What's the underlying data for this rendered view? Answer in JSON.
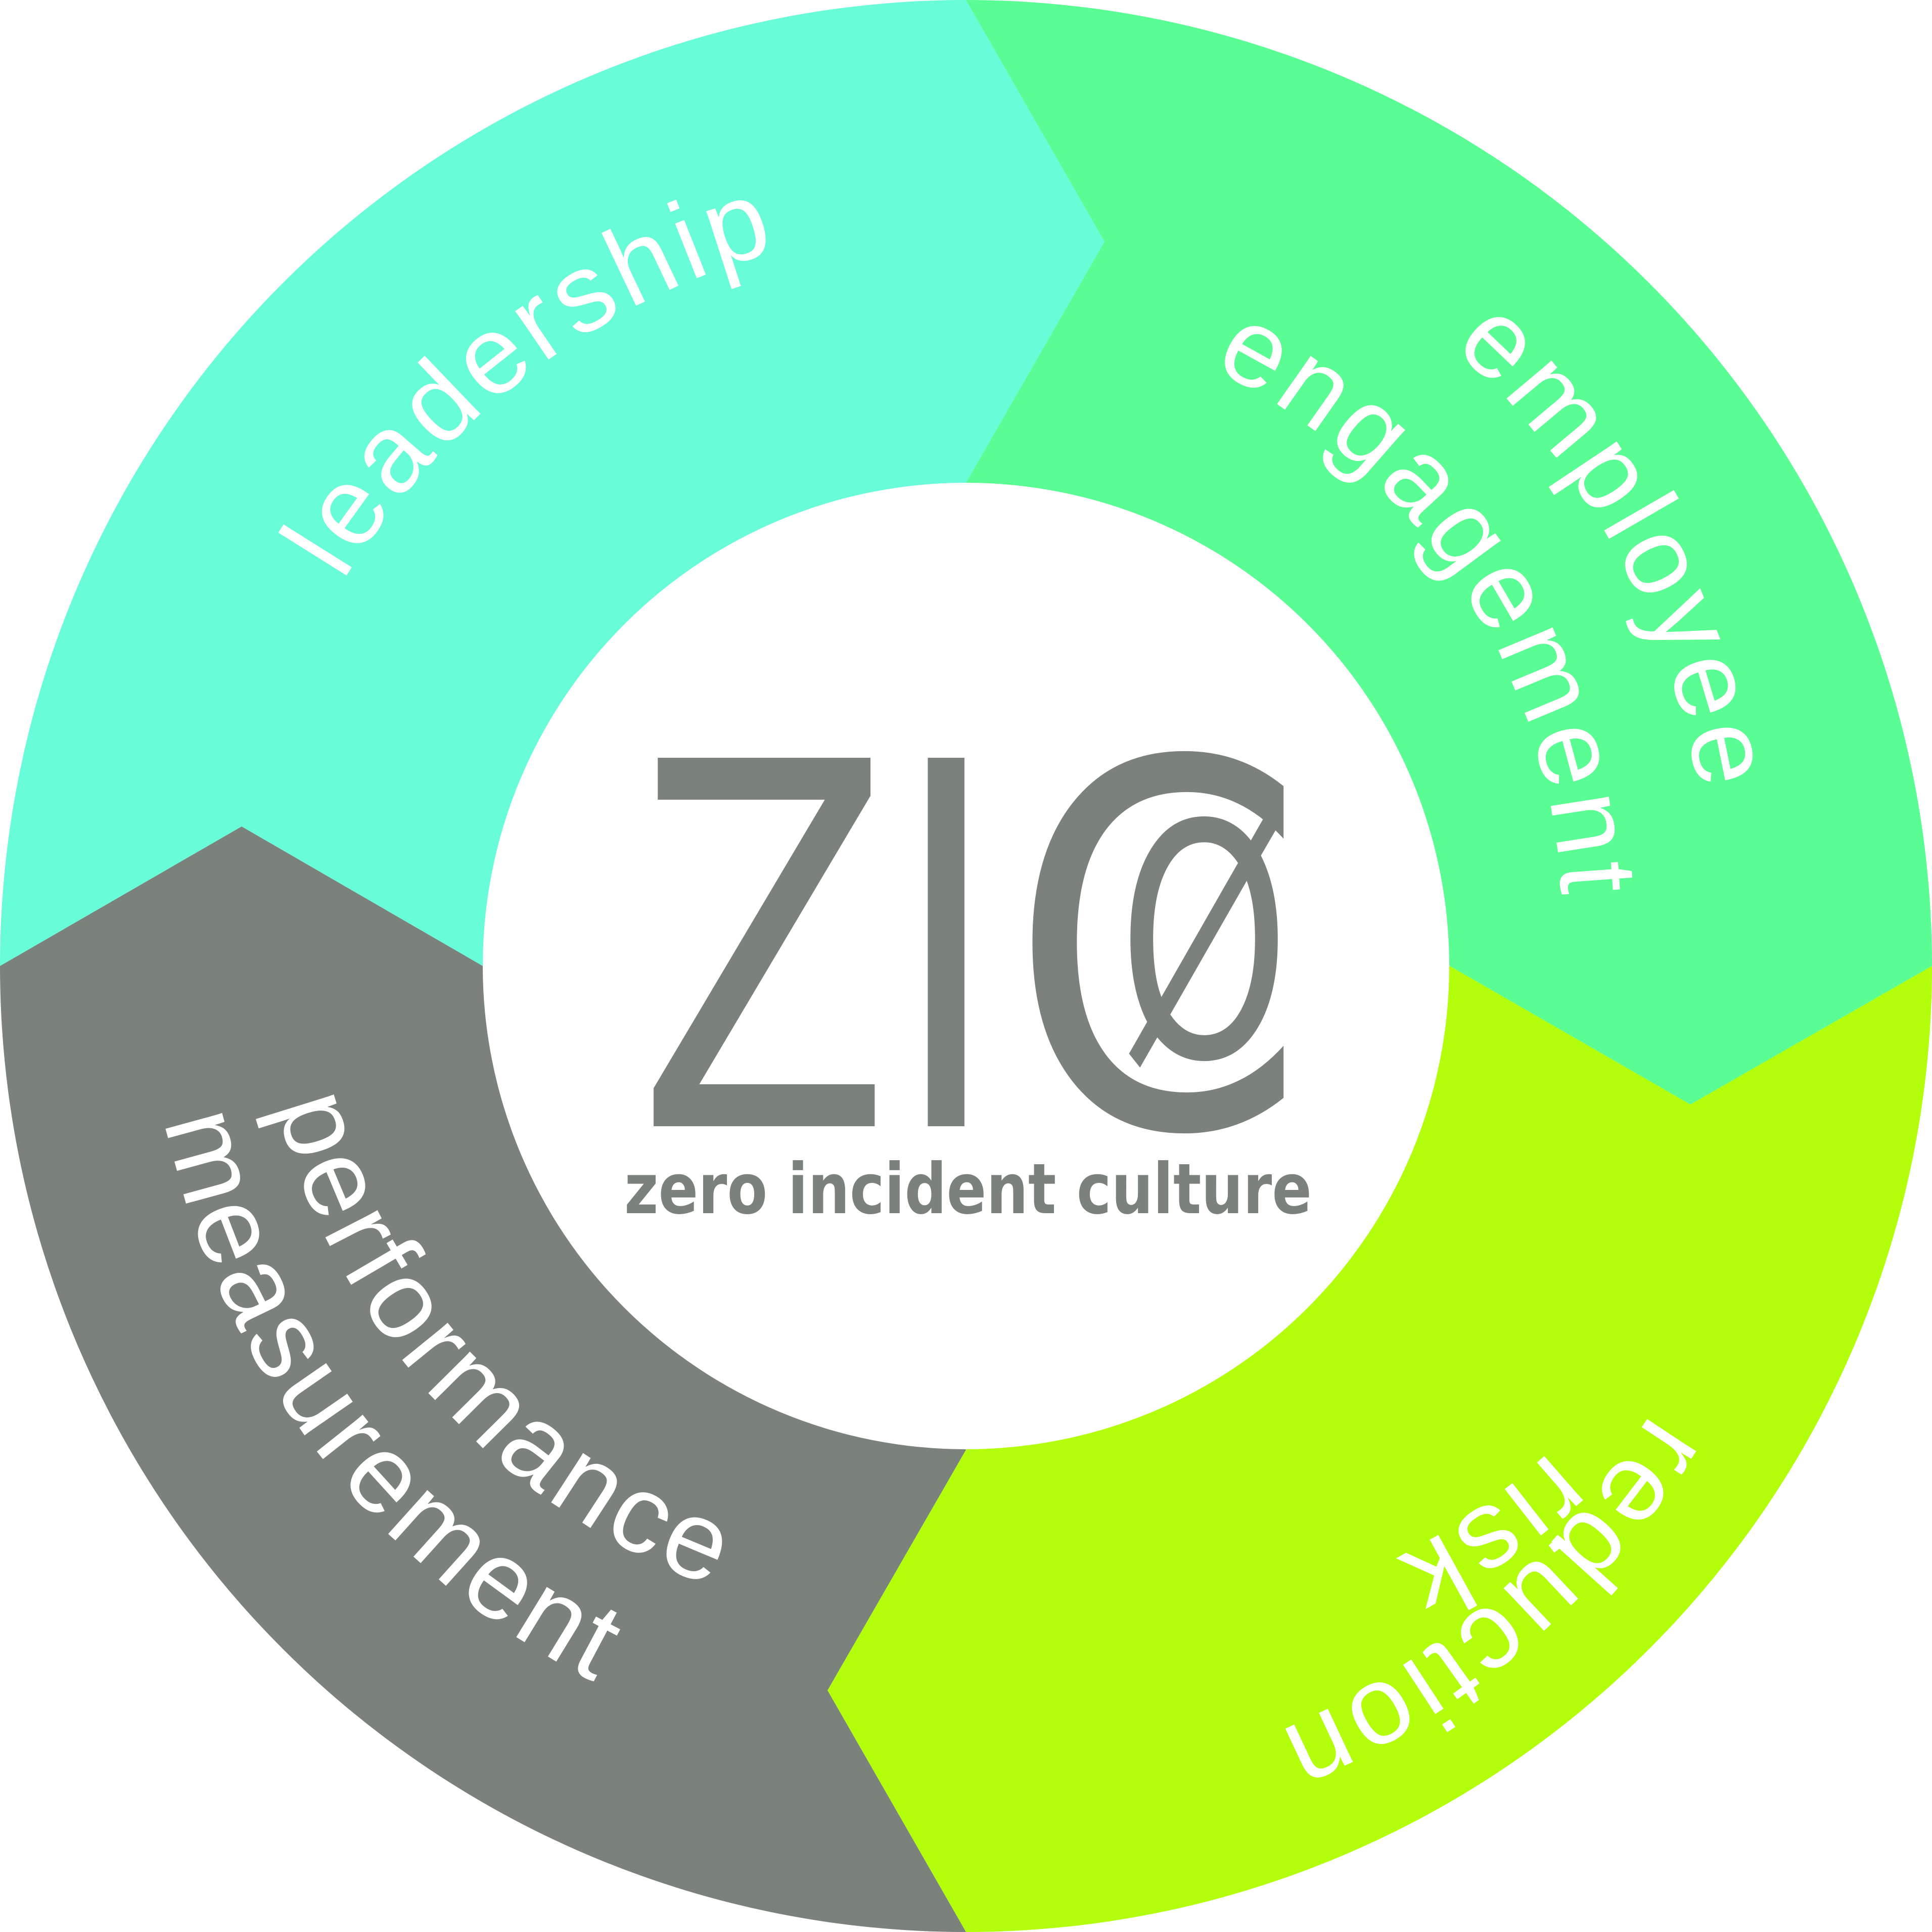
{
  "segments": [
    {
      "id": "leadership",
      "label": "leadership",
      "color": "#68fcd9"
    },
    {
      "id": "employee-engagement",
      "label_line1": "employee",
      "label_line2": "engagement",
      "color": "#5afd93"
    },
    {
      "id": "risk-reduction",
      "label_line1": "risk",
      "label_line2": "reduction",
      "color": "#b2fe0b"
    },
    {
      "id": "performance-measurement",
      "label_line1": "performance",
      "label_line2": "measurement",
      "color": "#7b817b"
    }
  ],
  "logo": {
    "letters": "ZI",
    "c_letter": "C",
    "zero_symbol": "Ø",
    "tagline": "zero incident culture",
    "color": "#7b817b"
  },
  "center_color": "#ffffff"
}
